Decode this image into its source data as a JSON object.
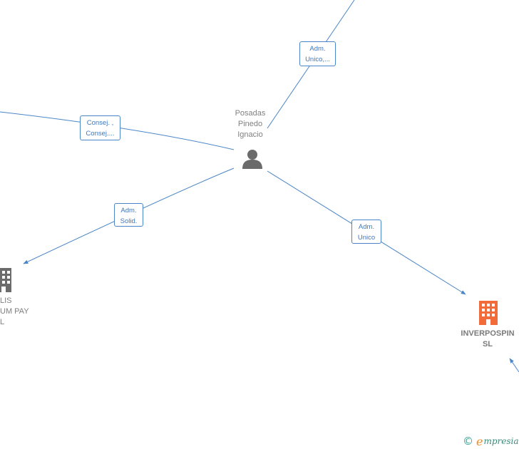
{
  "person": {
    "name_lines": [
      "Posadas",
      "Pinedo",
      "Ignacio"
    ],
    "icon": "person-icon",
    "icon_color": "#6b6b6b"
  },
  "companies": {
    "main": {
      "name_lines": [
        "INVERPOSPIN",
        "SL"
      ],
      "icon": "building-icon",
      "color": "#f26b3a"
    },
    "left_partial": {
      "name_lines": [
        "LIS",
        "UM PAY",
        "L"
      ],
      "icon": "building-icon",
      "color": "#6b6b6b"
    }
  },
  "edges": {
    "top": {
      "lines": [
        "Adm.",
        "Unico,..."
      ]
    },
    "left_top": {
      "lines": [
        "Consej. ,",
        "Consej...."
      ]
    },
    "left_bottom": {
      "lines": [
        "Adm.",
        "Solid."
      ]
    },
    "right": {
      "lines": [
        "Adm.",
        "Unico"
      ]
    }
  },
  "colors": {
    "edge": "#4a86c8",
    "label_text": "#3b78c0"
  },
  "branding": {
    "copyright_symbol": "©",
    "initial": "e",
    "name": "mpresia"
  }
}
